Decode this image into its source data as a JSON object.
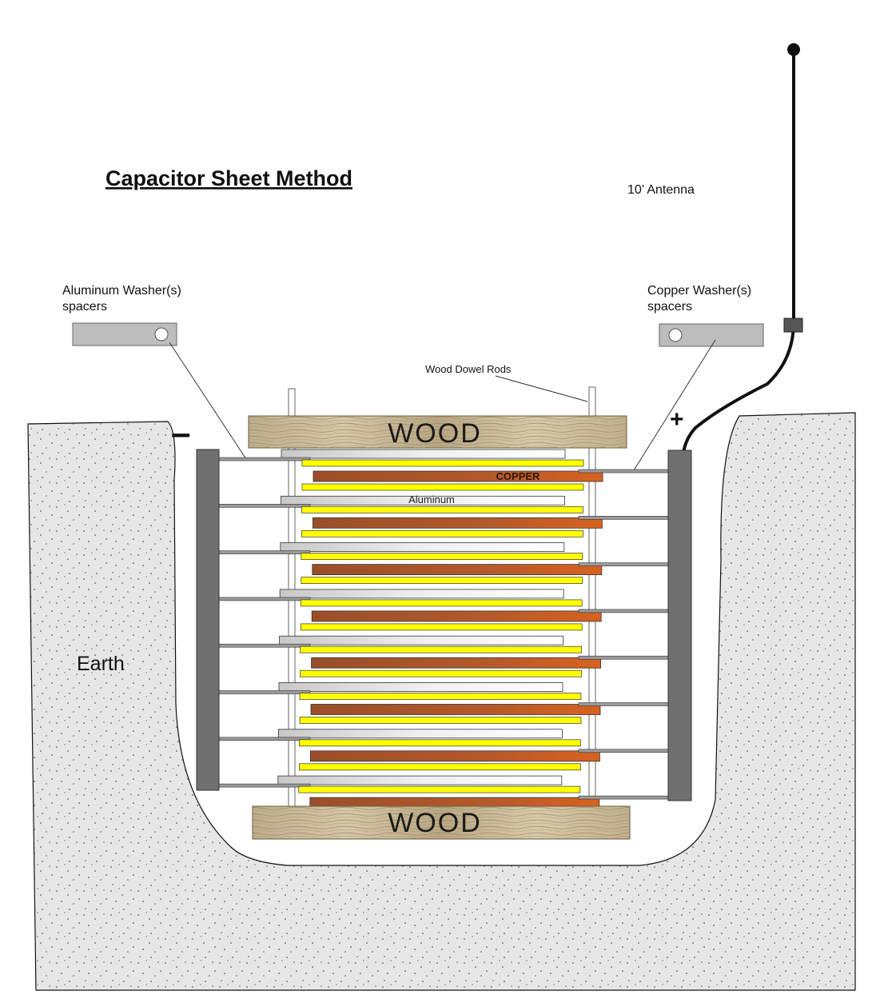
{
  "title": "Capacitor Sheet Method",
  "labels": {
    "antenna": "10’ Antenna",
    "aluminum_washer_line1": "Aluminum Washer(s)",
    "aluminum_washer_line2": "spacers",
    "copper_washer_line1": "Copper Washer(s)",
    "copper_washer_line2": "spacers",
    "dowel_rods": "Wood Dowel Rods",
    "wood_top": "WOOD",
    "wood_bottom": "WOOD",
    "copper_plate": "COPPER",
    "aluminum_plate": "Aluminum",
    "earth": "Earth",
    "negative": "–",
    "positive": "+"
  },
  "colors": {
    "earth_fill": "#e6e6e6",
    "wood": "#c9b897",
    "copper": "#b0582a",
    "aluminum": "#e2e2e2",
    "insulator_yellow": "#ffff00",
    "terminal_bar": "#707070",
    "washer": "#bdbdbd"
  }
}
